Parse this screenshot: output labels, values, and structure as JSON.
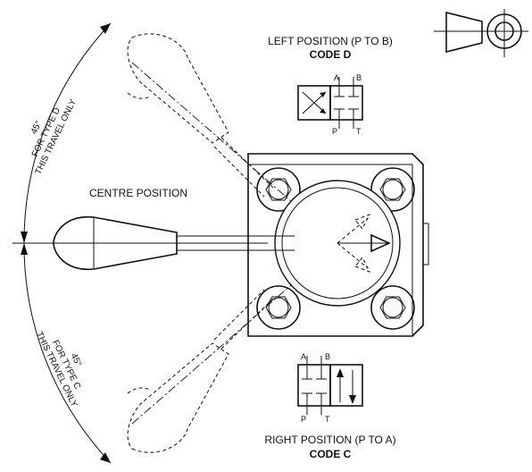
{
  "labels": {
    "left_position": "LEFT POSITION (P TO B)",
    "code_d": "CODE D",
    "centre_position": "CENTRE POSITION",
    "right_position": "RIGHT POSITION (P TO A)",
    "code_c": "CODE C",
    "angle_top": "45°",
    "for_type_d": "FOR TYPE D",
    "travel_top": "THIS TRAVEL ONLY",
    "angle_bottom": "45°",
    "for_type_c": "FOR TYPE C",
    "travel_bottom": "THIS TRAVEL ONLY"
  },
  "symbol_d_ports": {
    "a": "A",
    "b": "B",
    "p": "P",
    "t": "T"
  },
  "symbol_c_ports": {
    "a": "A",
    "b": "B",
    "p": "P",
    "t": "T"
  },
  "icons": [
    "projection-symbol-icon",
    "directional-arrows-icon"
  ]
}
